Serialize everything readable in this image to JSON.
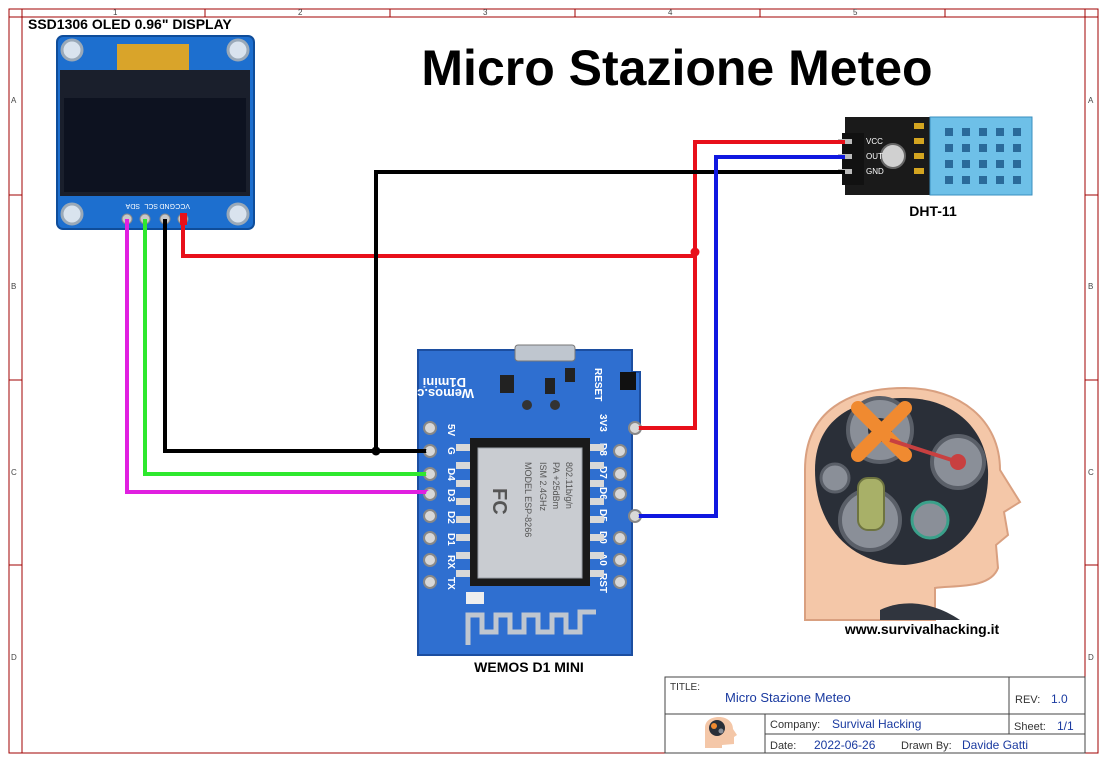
{
  "frame": {
    "columns": [
      "1",
      "2",
      "3",
      "4",
      "5"
    ],
    "rows": [
      "A",
      "B",
      "C",
      "D"
    ]
  },
  "title": "Micro Stazione Meteo",
  "oled": {
    "caption": "SSD1306 OLED 0.96\" DISPLAY",
    "pins": [
      "VCC",
      "GND",
      "SCL",
      "SDA"
    ]
  },
  "dht": {
    "caption": "DHT-11",
    "pins": [
      "VCC",
      "OUT",
      "GND"
    ]
  },
  "wemos": {
    "caption": "WEMOS D1 MINI",
    "brand": "Wemos.cc",
    "model": "D1mini",
    "reset": "RESET",
    "left_pins": [
      "5V",
      "G",
      "D4",
      "D3",
      "D2",
      "D1",
      "RX",
      "TX"
    ],
    "right_pins": [
      "3V3",
      "D8",
      "D7",
      "D6",
      "D5",
      "D0",
      "A0",
      "RST"
    ],
    "chip_lines": [
      "MODEL ESP-8266",
      "ISM 2.4GHz",
      "PA +25dBm",
      "802.11b/g/n"
    ]
  },
  "logo": {
    "url": "www.survivalhacking.it"
  },
  "title_block": {
    "title_label": "TITLE:",
    "title_value": "Micro Stazione Meteo",
    "rev_label": "REV:",
    "rev_value": "1.0",
    "company_label": "Company:",
    "company_value": "Survival Hacking",
    "sheet_label": "Sheet:",
    "sheet_value": "1/1",
    "date_label": "Date:",
    "date_value": "2022-06-26",
    "drawn_label": "Drawn By:",
    "drawn_value": "Davide Gatti"
  },
  "colors": {
    "vcc": "#e8101a",
    "gnd": "#000000",
    "dht_out": "#1018e0",
    "scl": "#2ee82e",
    "sda": "#e020e0",
    "board": "#2f6fd0",
    "frame": "#a00000",
    "title_block_text": "#1a3aa0"
  }
}
